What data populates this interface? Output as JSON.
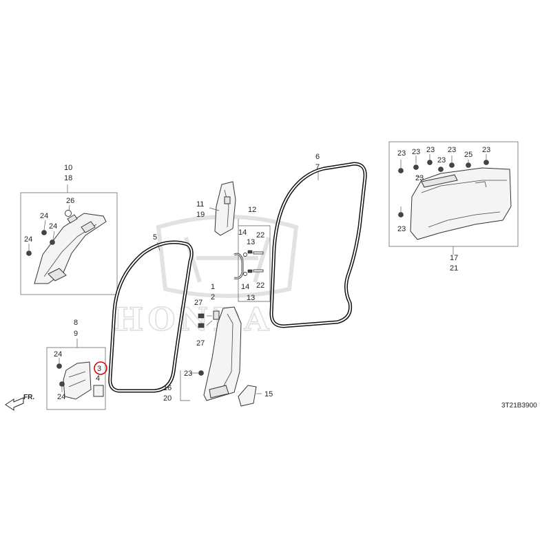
{
  "diagram": {
    "code": "3T21B3900",
    "direction_label": "FR.",
    "highlight_color": "#e00000",
    "watermark": "HONDA",
    "callouts": {
      "c1": "1",
      "c2": "2",
      "c3": "3",
      "c4": "4",
      "c5": "5",
      "c6": "6",
      "c7": "7",
      "c8": "8",
      "c9": "9",
      "c10": "10",
      "c18": "18",
      "c11": "11",
      "c19": "19",
      "c12": "12",
      "c13a": "13",
      "c13b": "13",
      "c14a": "14",
      "c14b": "14",
      "c15": "15",
      "c16": "16",
      "c20": "20",
      "c17": "17",
      "c21": "21",
      "c22a": "22",
      "c22b": "22",
      "c23a": "23",
      "c23b": "23",
      "c23c": "23",
      "c23d": "23",
      "c23e": "23",
      "c23f": "23",
      "c23g": "23",
      "c23h": "23",
      "c24a": "24",
      "c24b": "24",
      "c24c": "24",
      "c24d": "24",
      "c24e": "24",
      "c25": "25",
      "c26": "26",
      "c27a": "27",
      "c27b": "27"
    }
  }
}
